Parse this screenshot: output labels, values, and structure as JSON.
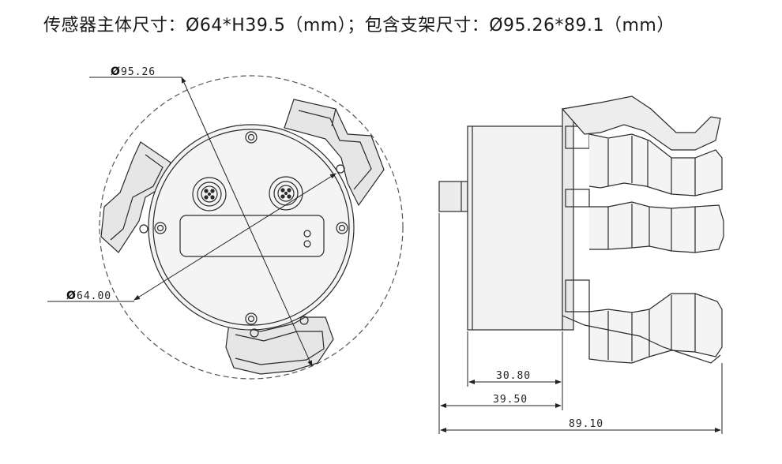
{
  "title": "传感器主体尺寸：Ø64*H39.5（mm）；包含支架尺寸：Ø95.26*89.1（mm）",
  "dimensions": {
    "outer_diameter": {
      "symbol": "Ø",
      "value": "95.26"
    },
    "body_diameter": {
      "symbol": "Ø",
      "value": "64.00"
    },
    "body_depth": "30.80",
    "body_height": "39.50",
    "total_length": "89.10"
  },
  "colors": {
    "line": "#2a2a2a",
    "dash": "#555555",
    "fill": "#d9d9d9"
  }
}
